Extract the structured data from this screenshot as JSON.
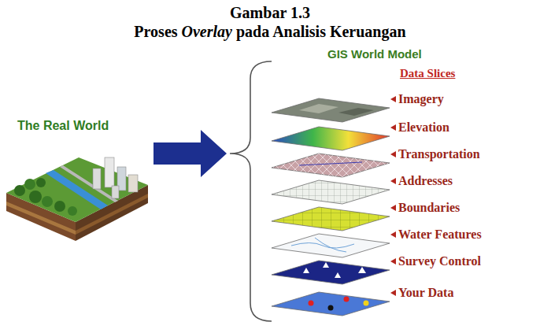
{
  "diagram": {
    "title": "Gambar 1.3",
    "labels": [
      "Proses Overlay pada Analisis Keruangan",
      "The Real World",
      "GIS World Model",
      "Data Slices",
      "Imagery",
      "Elevation",
      "Transportation",
      "Addresses",
      "Boundaries",
      "Water Features",
      "Survey Control",
      "Your Data"
    ]
  }
}
